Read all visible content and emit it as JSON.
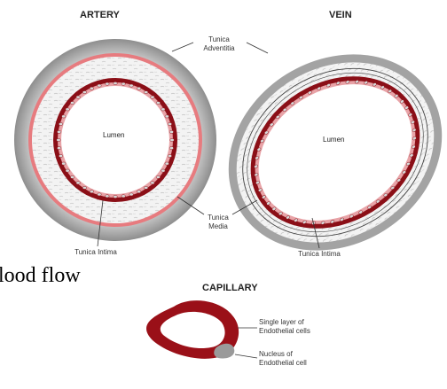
{
  "artery": {
    "title": "ARTERY",
    "lumen": "Lumen",
    "intima": "Tunica Intima"
  },
  "vein": {
    "title": "VEIN",
    "lumen": "Lumen",
    "intima": "Tunica Intima"
  },
  "shared": {
    "adventitia_line1": "Tunica",
    "adventitia_line2": "Adventitia",
    "media_line1": "Tunica",
    "media_line2": "Media"
  },
  "capillary": {
    "title": "CAPILLARY",
    "endothelium_line1": "Single layer of",
    "endothelium_line2": "Endothelial cells",
    "nucleus_line1": "Nucleus of",
    "nucleus_line2": "Endothelial cell"
  },
  "overlay_text": "lood flow",
  "colors": {
    "adventitia": "#9e9e9e",
    "media_bg": "#f2f2f2",
    "elastic_band": "#e77b7f",
    "intima": "#8b0f17",
    "capillary_wall": "#9a1018",
    "nucleus": "#9a9a9a"
  }
}
